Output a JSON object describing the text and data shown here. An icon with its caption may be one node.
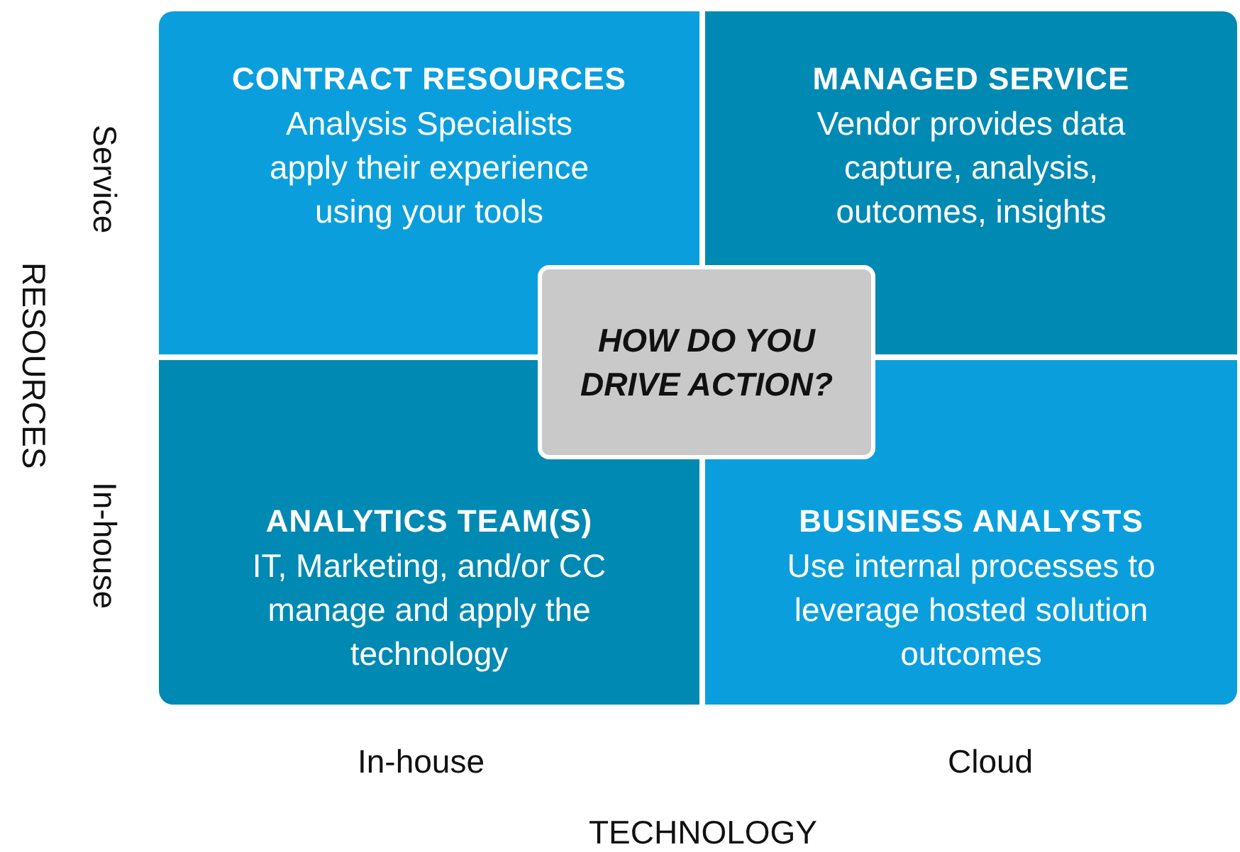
{
  "diagram": {
    "nodes": [
      {
        "text": [
          "CONTRACT RESOURCES",
          "Analysis Specialists apply their experience using your tools"
        ]
      },
      {
        "text": [
          "MANAGED SERVICE",
          "Vendor provides data capture, analysis, outcomes, insights"
        ]
      },
      {
        "text": [
          "ANALYTICS TEAM(S)",
          "IT, Marketing, and/or CC manage and apply the technology"
        ]
      },
      {
        "text": [
          "BUSINESS ANALYSTS",
          "Use internal processes to leverage hosted solution outcomes"
        ]
      },
      {
        "text": [
          "HOW DO YOU DRIVE ACTION?"
        ]
      }
    ],
    "labels": [
      "Service",
      "RESOURCES",
      "In-house",
      "In-house",
      "Cloud",
      "TECHNOLOGY"
    ]
  }
}
